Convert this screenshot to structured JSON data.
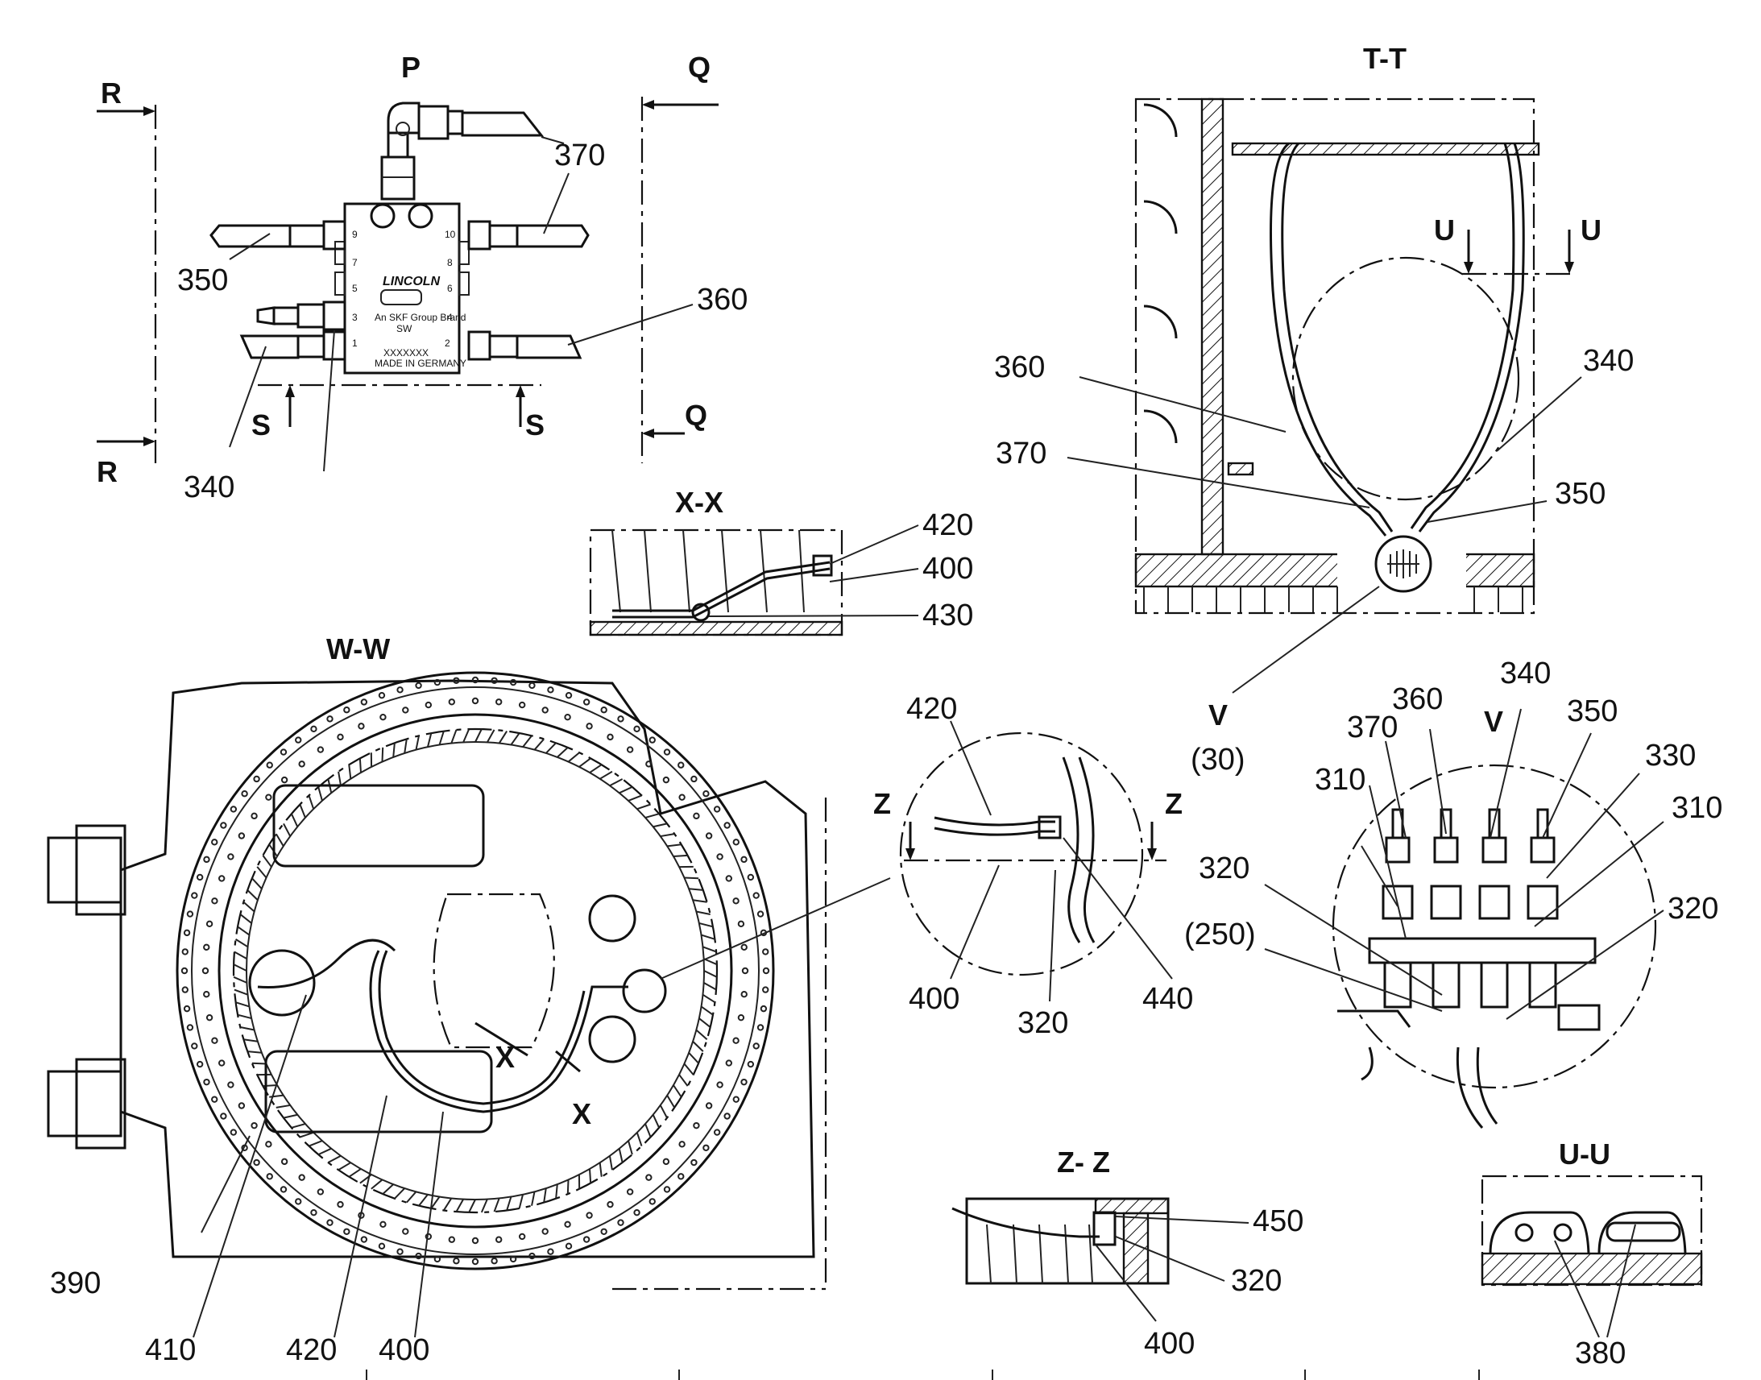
{
  "sections": {
    "p": "P",
    "r": "R",
    "q": "Q",
    "s": "S",
    "tt": "T-T",
    "u": "U",
    "xx": "X-X",
    "x": "X",
    "ww": "W-W",
    "v": "V",
    "z": "Z",
    "zz": "Z- Z",
    "uu": "U-U"
  },
  "refs": {
    "r310": "310",
    "r320": "320",
    "r330": "330",
    "r340": "340",
    "r350": "350",
    "r360": "360",
    "r370": "370",
    "r380": "380",
    "r390": "390",
    "r400": "400",
    "r410": "410",
    "r420": "420",
    "r430": "430",
    "r440": "440",
    "r450": "450",
    "p30": "(30)",
    "p250": "(250)"
  },
  "block": {
    "brand": "LINCOLN",
    "sub": "An SKF Group Brand",
    "volt": "SW",
    "serial": "XXXXXXX",
    "made": "MADE IN GERMANY",
    "ports": [
      "9",
      "10",
      "7",
      "8",
      "5",
      "6",
      "3",
      "4",
      "1",
      "2"
    ]
  }
}
